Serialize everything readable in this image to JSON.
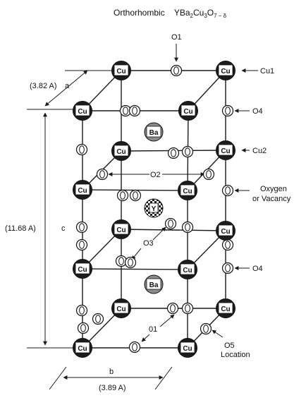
{
  "title": {
    "prefix": "Orthorhombic",
    "formula_base": "YBa",
    "formula_parts": [
      "2",
      "Cu",
      "3",
      "O",
      "7 − δ"
    ]
  },
  "atoms": {
    "cu": "Cu",
    "ba": "Ba",
    "y": "Y"
  },
  "site_labels": {
    "o1_top": "O1",
    "cu1": "Cu1",
    "o4_upper": "O4",
    "cu2": "Cu2",
    "oxygen_vacancy_line1": "Oxygen",
    "oxygen_vacancy_line2": "or Vacancy",
    "o4_lower": "O4",
    "o5_line1": "O5",
    "o5_line2": "Location",
    "o2_inner": "O2",
    "o3_inner": "O3",
    "o1_inner": "01"
  },
  "dimensions": {
    "a_label": "a",
    "a_value": "(3.82 A)",
    "b_label": "b",
    "b_value": "(3.89 A)",
    "c_label": "c",
    "c_value": "(11.68 A)"
  },
  "colors": {
    "cu_atom": "#1c1c1c",
    "ba_atom": "#8a8a8a",
    "oxygen_atom": "#ffffff",
    "ink": "#1a1a1a"
  }
}
